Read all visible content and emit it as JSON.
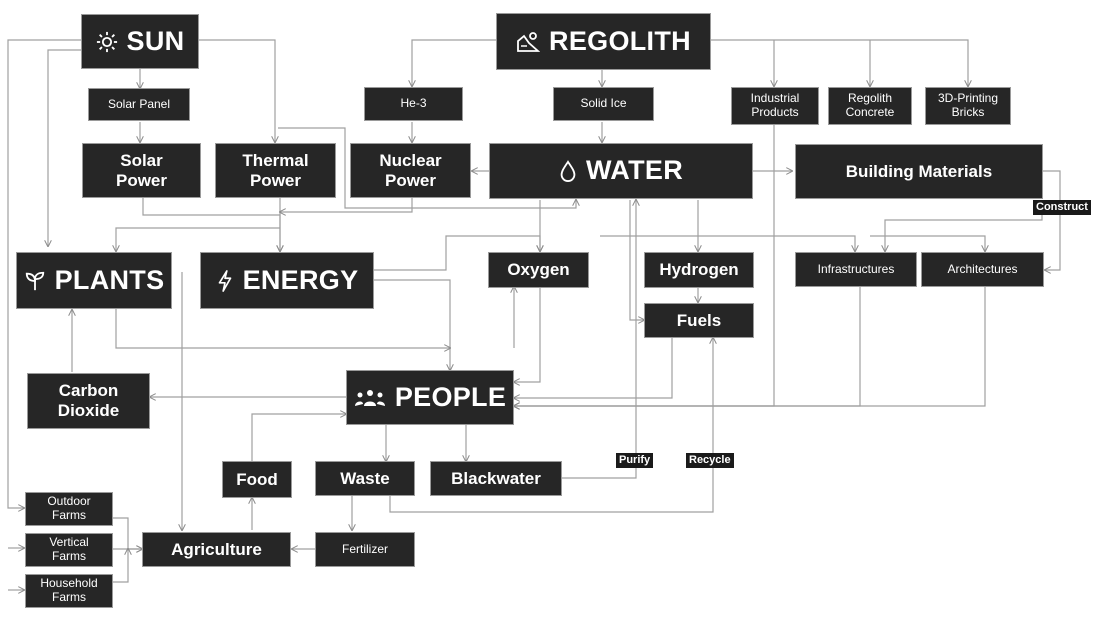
{
  "nodes": {
    "sun": "SUN",
    "regolith": "REGOLITH",
    "solar_panel": "Solar Panel",
    "he3": "He-3",
    "solid_ice": "Solid Ice",
    "industrial_products": "Industrial\nProducts",
    "regolith_concrete": "Regolith\nConcrete",
    "printing_bricks": "3D-Printing\nBricks",
    "solar_power": "Solar\nPower",
    "thermal_power": "Thermal\nPower",
    "nuclear_power": "Nuclear\nPower",
    "water": "WATER",
    "building_materials": "Building Materials",
    "plants": "PLANTS",
    "energy": "ENERGY",
    "oxygen": "Oxygen",
    "hydrogen": "Hydrogen",
    "fuels": "Fuels",
    "infrastructures": "Infrastructures",
    "architectures": "Architectures",
    "carbon_dioxide": "Carbon\nDioxide",
    "people": "PEOPLE",
    "food": "Food",
    "waste": "Waste",
    "blackwater": "Blackwater",
    "outdoor_farms": "Outdoor\nFarms",
    "vertical_farms": "Vertical\nFarms",
    "household_farms": "Household\nFarms",
    "agriculture": "Agriculture",
    "fertilizer": "Fertilizer"
  },
  "edge_labels": {
    "construct": "Construct",
    "purify": "Purify",
    "recycle": "Recycle"
  },
  "icons": {
    "sun": "sun-icon",
    "regolith": "terrain-icon",
    "water": "water-drop-icon",
    "plants": "sprout-icon",
    "energy": "lightning-icon",
    "people": "people-group-icon"
  },
  "colors": {
    "node_fill": "#262626",
    "node_text": "#ffffff",
    "connector": "#9a9a9a"
  }
}
